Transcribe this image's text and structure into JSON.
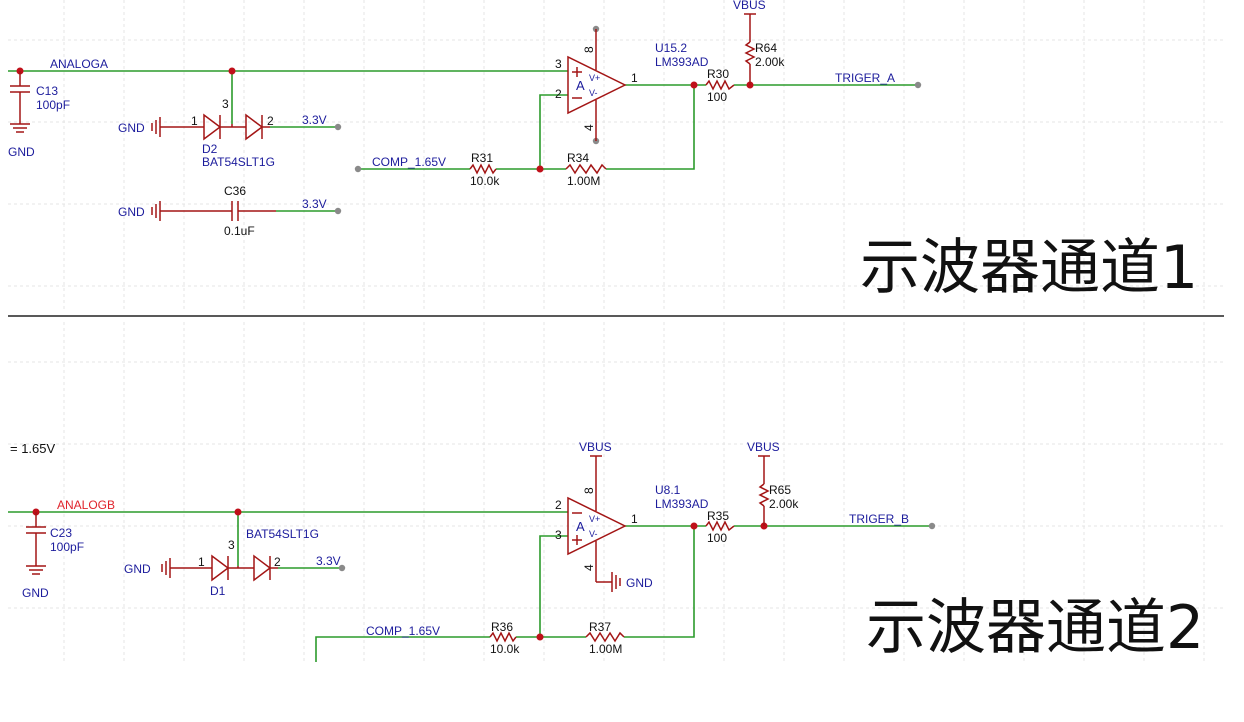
{
  "colors": {
    "wire": "#2c9b2c",
    "part": "#a31515",
    "label": "#1c1c9c",
    "netlabel_red": "#e0242c",
    "grid": "#e4e4e4",
    "divider": "#222222",
    "title": "#111111"
  },
  "channel1": {
    "title": "示波器通道1",
    "input_net": "ANALOGA",
    "output_net": "TRIGER_A",
    "comp_net": "COMP_1.65V",
    "supply_top": "VBUS",
    "cap_in": {
      "ref": "C13",
      "value": "100pF"
    },
    "diode": {
      "ref": "D2",
      "part": "BAT54SLT1G",
      "pin1": "1",
      "pin2": "2",
      "pin3": "3"
    },
    "gnd_labels": [
      "GND",
      "GND",
      "GND"
    ],
    "rail1": "3.3V",
    "rail2": "3.3V",
    "decouple": {
      "ref": "C36",
      "value": "0.1uF"
    },
    "comparator": {
      "ref": "U15.2",
      "part": "LM393AD",
      "unit": "A",
      "pin_plus": "3",
      "pin_minus": "2",
      "pin_out": "1",
      "pin_vcc": "8",
      "pin_gnd": "4",
      "vplus": "V+",
      "vminus": "V-"
    },
    "r_in": {
      "ref": "R31",
      "value": "10.0k"
    },
    "r_fb": {
      "ref": "R34",
      "value": "1.00M"
    },
    "r_out": {
      "ref": "R30",
      "value": "100"
    },
    "r_pullup": {
      "ref": "R64",
      "value": "2.00k"
    }
  },
  "channel2": {
    "title": "示波器通道2",
    "note": "= 1.65V",
    "input_net": "ANALOGB",
    "output_net": "TRIGER_B",
    "comp_net": "COMP_1.65V",
    "supply_comp": "VBUS",
    "supply_pullup": "VBUS",
    "cap_in": {
      "ref": "C23",
      "value": "100pF"
    },
    "diode": {
      "ref": "D1",
      "part": "BAT54SLT1G",
      "pin1": "1",
      "pin2": "2",
      "pin3": "3"
    },
    "gnd_labels": [
      "GND",
      "GND",
      "GND"
    ],
    "rail1": "3.3V",
    "comparator": {
      "ref": "U8.1",
      "part": "LM393AD",
      "unit": "A",
      "pin_plus": "3",
      "pin_minus": "2",
      "pin_out": "1",
      "pin_vcc": "8",
      "pin_gnd": "4",
      "vplus": "V+",
      "vminus": "V-"
    },
    "r_in": {
      "ref": "R36",
      "value": "10.0k"
    },
    "r_fb": {
      "ref": "R37",
      "value": "1.00M"
    },
    "r_out": {
      "ref": "R35",
      "value": "100"
    },
    "r_pullup": {
      "ref": "R65",
      "value": "2.00k"
    }
  }
}
